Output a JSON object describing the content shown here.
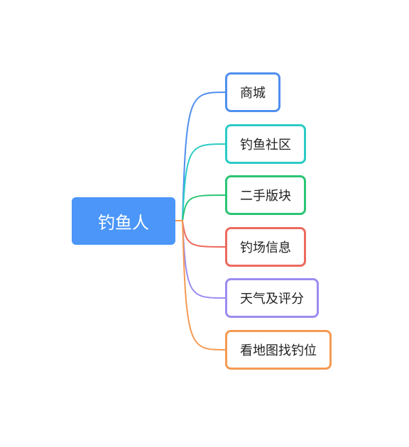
{
  "root": {
    "label": "钓鱼人",
    "color": "#4b96f8"
  },
  "branches": [
    {
      "label": "商城",
      "color": "#4f8fef"
    },
    {
      "label": "钓鱼社区",
      "color": "#2ccbc6"
    },
    {
      "label": "二手版块",
      "color": "#2bc574"
    },
    {
      "label": "钓场信息",
      "color": "#ec6a5e"
    },
    {
      "label": "天气及评分",
      "color": "#9c8cf0"
    },
    {
      "label": "看地图找钓位",
      "color": "#f59a53"
    }
  ]
}
